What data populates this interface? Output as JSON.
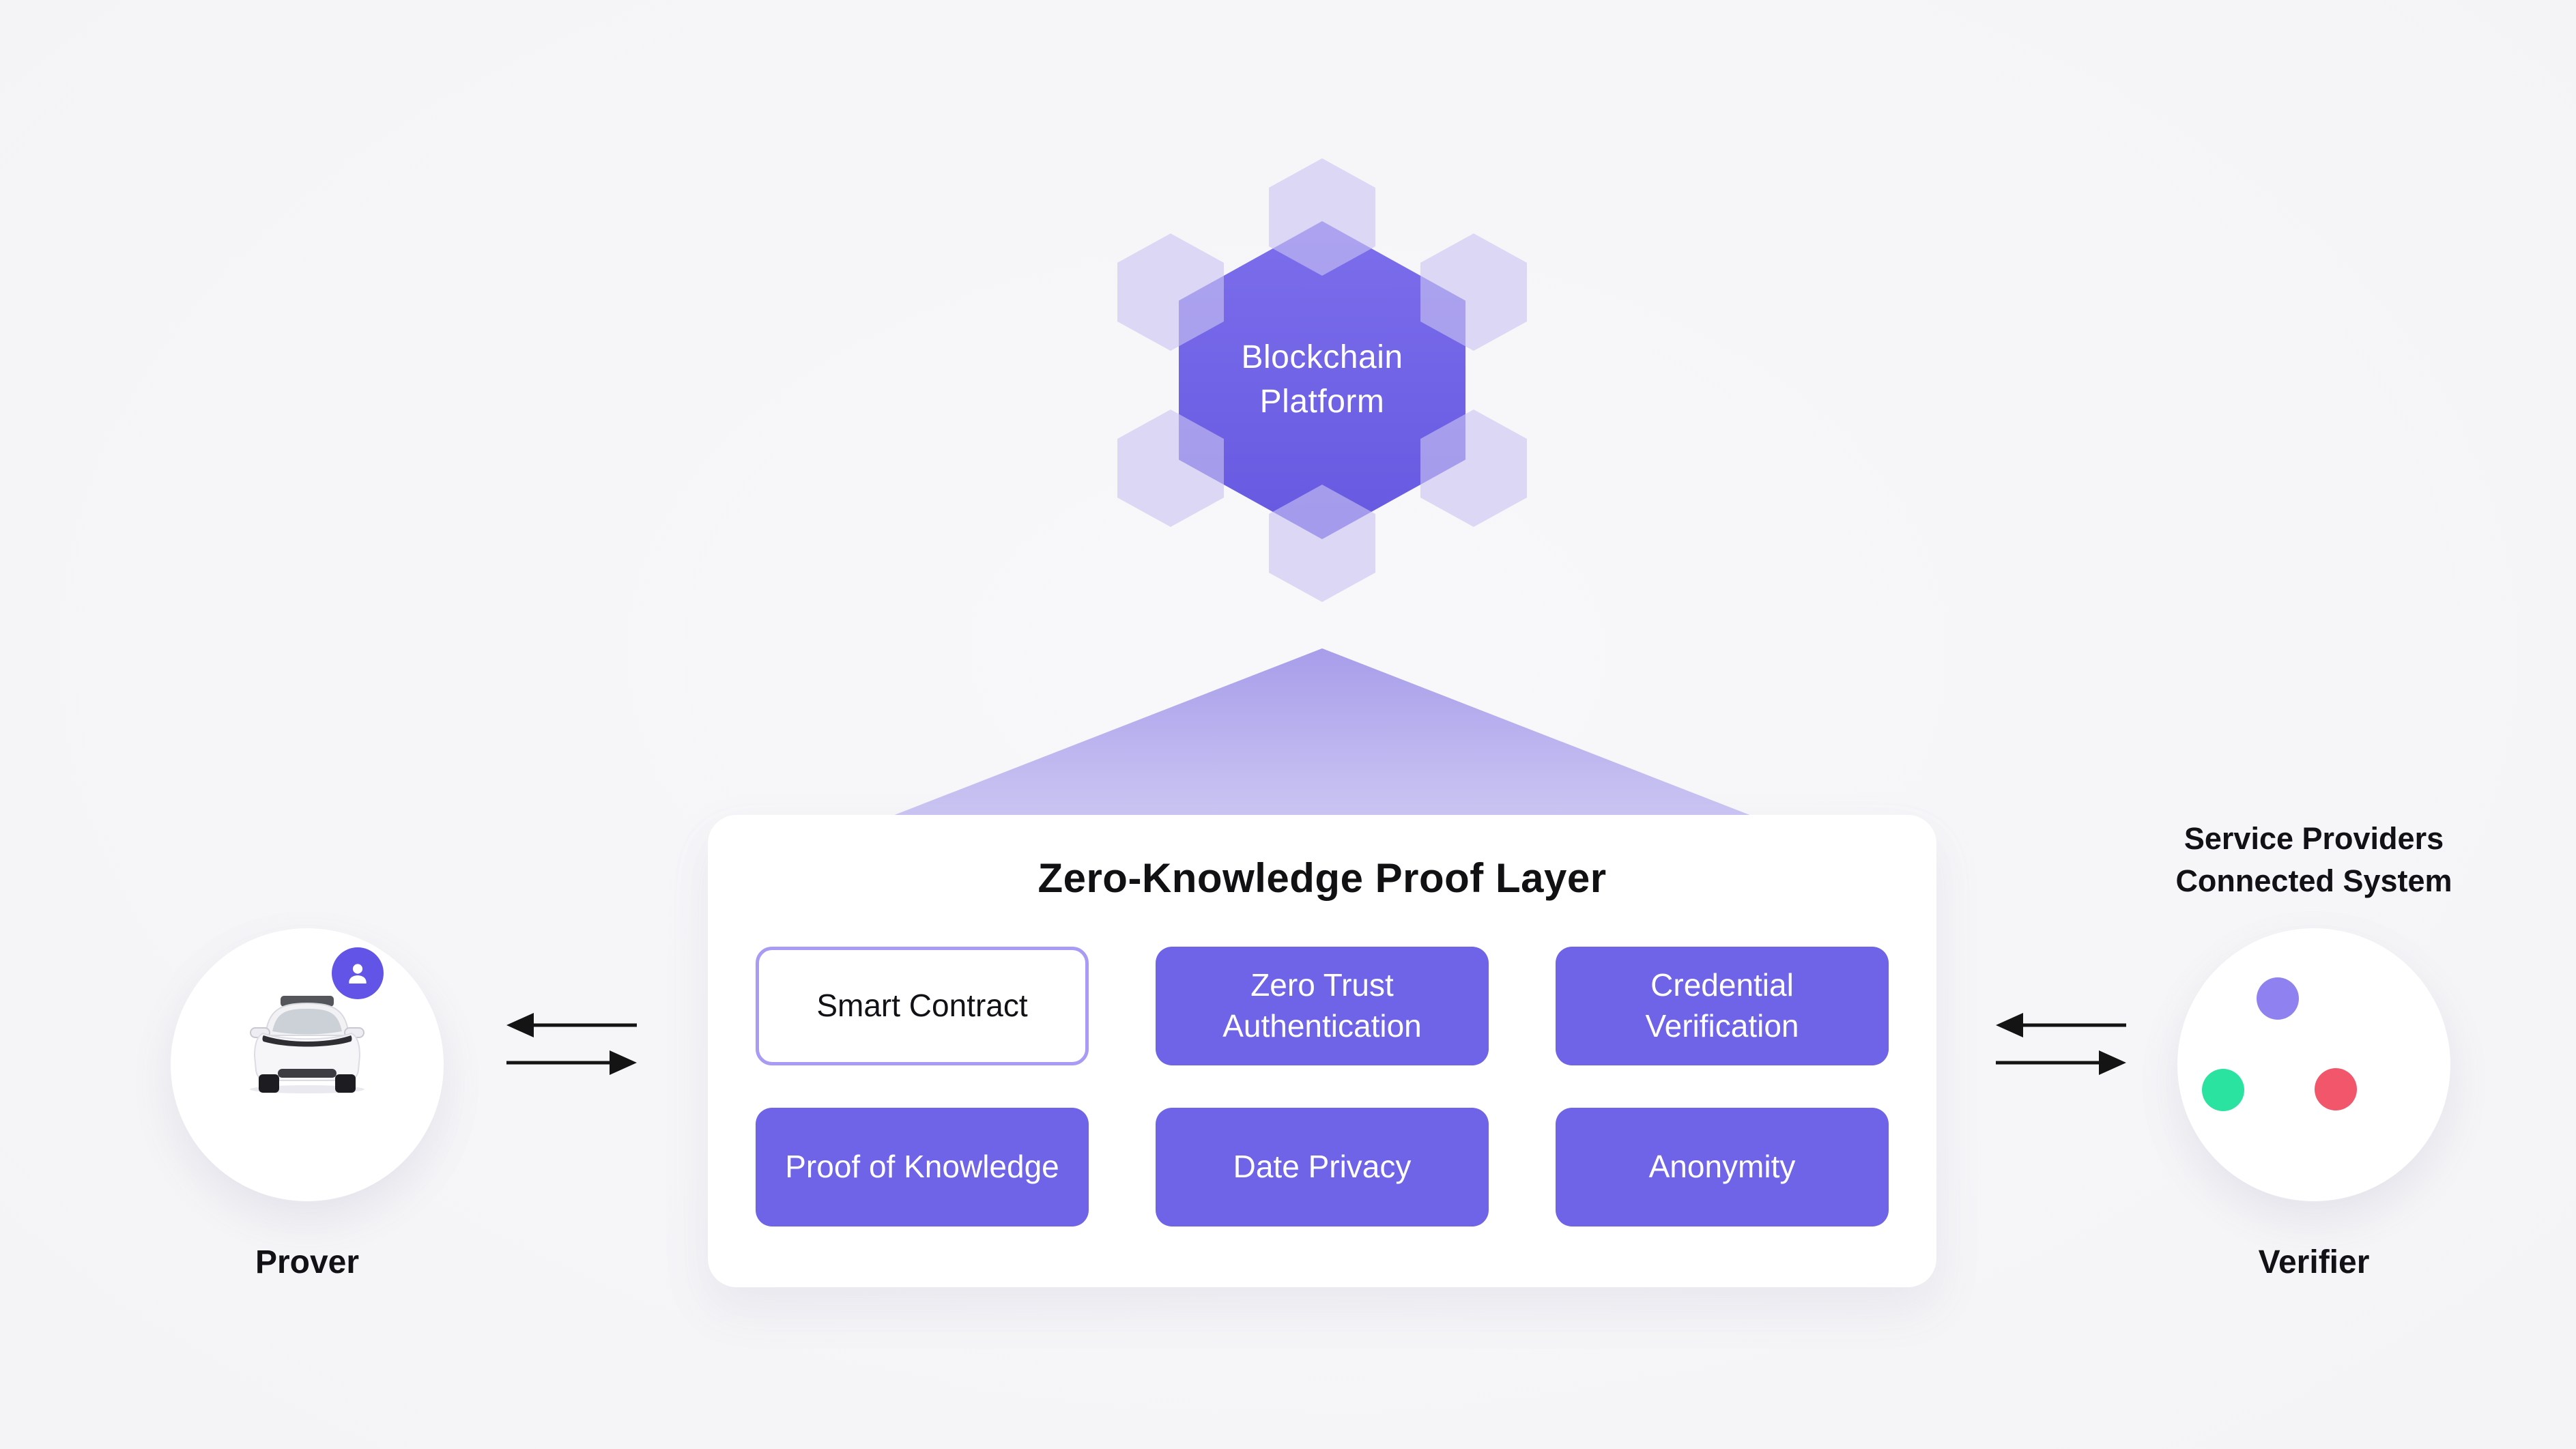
{
  "canvas": {
    "background": "#f6f6f8"
  },
  "blockchain_node": {
    "line1": "Blockchain",
    "line2": "Platform",
    "fill_top": "#7c6eeb",
    "fill_bottom": "#6659e1",
    "satellite_color": "#c9c3f2"
  },
  "funnel": {
    "color_top": "#a79dea",
    "color_bottom": "#ccc7f3"
  },
  "zkp_card": {
    "title": "Zero-Knowledge Proof Layer",
    "box_fill": "#6f63e8",
    "outline_border": "#a89bf5",
    "boxes": [
      {
        "label": "Smart Contract",
        "variant": "outline"
      },
      {
        "label": "Zero Trust Authentication",
        "variant": "filled"
      },
      {
        "label": "Credential Verification",
        "variant": "filled"
      },
      {
        "label": "Proof of Knowledge",
        "variant": "filled"
      },
      {
        "label": "Date Privacy",
        "variant": "filled"
      },
      {
        "label": "Anonymity",
        "variant": "filled"
      }
    ]
  },
  "prover": {
    "label": "Prover",
    "icon": "car-icon",
    "badge_icon": "user-icon",
    "badge_color": "#6254e6"
  },
  "verifier": {
    "heading_line1": "Service Providers",
    "heading_line2": "Connected System",
    "label": "Verifier",
    "dots": [
      {
        "name": "provider-dot-purple",
        "color": "#8f82f0"
      },
      {
        "name": "provider-dot-green",
        "color": "#2be3a1"
      },
      {
        "name": "provider-dot-red",
        "color": "#f2566a"
      }
    ]
  },
  "arrows": {
    "color": "#141414",
    "left_pair": [
      "left",
      "right"
    ],
    "right_pair": [
      "left",
      "right"
    ]
  }
}
